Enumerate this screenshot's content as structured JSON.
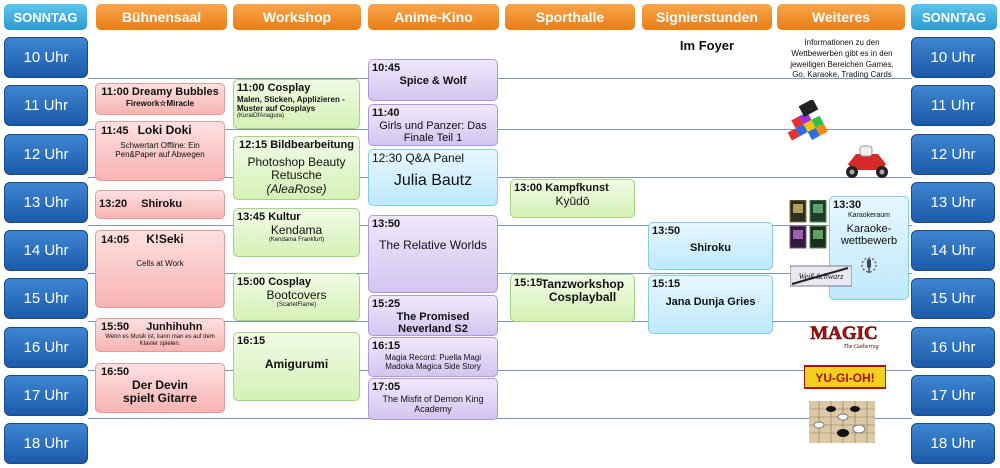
{
  "headers": {
    "left_day": "SONNTAG",
    "right_day": "SONNTAG",
    "columns": [
      "Bühnensaal",
      "Workshop",
      "Anime-Kino",
      "Sporthalle",
      "Signierstunden",
      "Weiteres"
    ]
  },
  "times": [
    "10 Uhr",
    "11 Uhr",
    "12 Uhr",
    "13 Uhr",
    "14 Uhr",
    "15 Uhr",
    "16 Uhr",
    "17 Uhr",
    "18 Uhr"
  ],
  "buehnensaal": [
    {
      "t": "11:00 Dreamy Bubbles",
      "d": "Firework☆Miracle"
    },
    {
      "time": "11:45",
      "title": "Loki Doki",
      "d": "Schwertart Offline: Ein Pen&Paper auf Abwegen"
    },
    {
      "time": "13:20",
      "title": "Shiroku"
    },
    {
      "time": "14:05",
      "title": "K!Seki",
      "d": "Cells at Work"
    },
    {
      "time": "15:50",
      "title": "Junhihuhn",
      "d": "Wenn es Musik ist, kann man es auf dem Klavier spielen."
    },
    {
      "time": "16:50",
      "title": "Der Devin spielt Gitarre"
    }
  ],
  "workshop": [
    {
      "t": "11:00 Cosplay",
      "d": "Malen, Sticken, Applizieren - Muster auf Cosplays",
      "credit": "(KuraiOfAnagura)"
    },
    {
      "t": "12:15 Bildbearbeitung",
      "title": "Photoshop Beauty Retusche",
      "credit": "(AleaRose)"
    },
    {
      "t": "13:45 Kultur",
      "title": "Kendama",
      "credit": "(Kendama Frankfurt)"
    },
    {
      "t": "15:00 Cosplay",
      "title": "Bootcovers",
      "credit": "(ScarletFlame)"
    },
    {
      "time": "16:15",
      "title": "Amigurumi"
    }
  ],
  "kino": [
    {
      "time": "10:45",
      "title": "Spice & Wolf"
    },
    {
      "time": "11:40",
      "title": "Girls und Panzer: Das Finale Teil 1"
    },
    {
      "t": "12:30 Q&A Panel",
      "title": "Julia Bautz"
    },
    {
      "time": "13:50",
      "title": "The Relative Worlds"
    },
    {
      "time": "15:25",
      "title": "The Promised Neverland S2"
    },
    {
      "time": "16:15",
      "title": "Magia Record: Puella Magi Madoka Magica Side Story"
    },
    {
      "time": "17:05",
      "title": "The Misfit of Demon King Academy"
    }
  ],
  "sporthalle": [
    {
      "t": "13:00 Kampfkunst",
      "title": "Kyūdō"
    },
    {
      "time": "15:15",
      "title": "Tanzworkshop Cosplayball"
    }
  ],
  "signier": {
    "note": "Im Foyer",
    "events": [
      {
        "time": "13:50",
        "title": "Shiroku"
      },
      {
        "time": "15:15",
        "title": "Jana Dunja Gries"
      }
    ]
  },
  "weiteres": {
    "info": "Informationen zu den Wettbewerben gibt es in den jeweiligen Bereichen Games, Go, Karaoke, Trading Cards",
    "karaoke": {
      "time": "13:30",
      "sub": "Karaokeraum",
      "title": "Karaoke-wettbewerb"
    },
    "logos": {
      "ws": "Weiß Schwarz",
      "magic": "MAGIC",
      "magic_sub": "The Gathering",
      "yugioh": "YU-GI-OH!"
    }
  },
  "icons": [
    "tetris-blocks-icon",
    "kart-icon",
    "trading-cards-icon",
    "go-board-icon",
    "karaoke-mic-icon"
  ]
}
